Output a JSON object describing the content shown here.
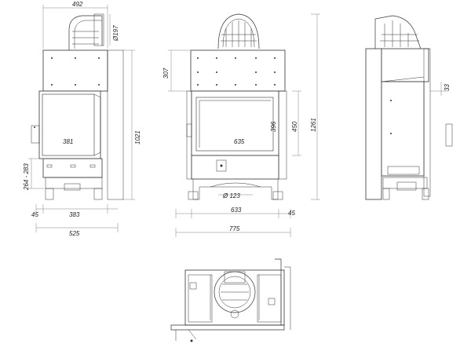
{
  "dimensions": {
    "side_top_width": "492",
    "flue_diameter": "Ø197",
    "side_door_span": "264 - 283",
    "side_height": "1021",
    "side_offset": "45",
    "side_glass_width": "383",
    "side_depth": "525",
    "side_glass_visible": "381",
    "front_top_panel": "307",
    "front_glass_height": "396",
    "front_opening_height": "450",
    "front_total_height": "1261",
    "front_glass_visible": "635",
    "front_air_inlet": "Ø 123",
    "front_glass_width": "633",
    "front_offset": "45",
    "front_total_width": "775",
    "right_offset": "33"
  },
  "colors": {
    "line": "#333333",
    "background": "#ffffff"
  }
}
